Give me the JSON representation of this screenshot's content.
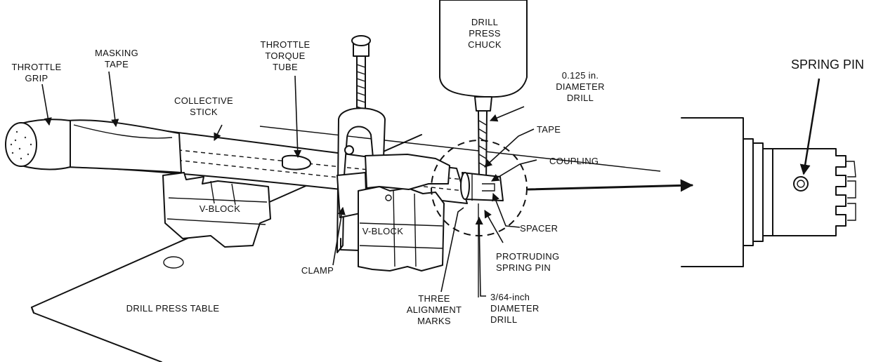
{
  "labels": {
    "throttle_grip": [
      "THROTTLE",
      "GRIP"
    ],
    "masking_tape": [
      "MASKING",
      "TAPE"
    ],
    "collective_stick": [
      "COLLECTIVE",
      "STICK"
    ],
    "throttle_torque_tube": [
      "THROTTLE",
      "TORQUE",
      "TUBE"
    ],
    "drill_press_chuck": [
      "DRILL",
      "PRESS",
      "CHUCK"
    ],
    "drill_0125": [
      "0.125 in.",
      "DIAMETER",
      "DRILL"
    ],
    "tape": "TAPE",
    "coupling": "COUPLING",
    "spacer": "SPACER",
    "protruding_spring_pin": [
      "PROTRUDING",
      "SPRING PIN"
    ],
    "drill_3_64": [
      "3/64-inch",
      "DIAMETER",
      "DRILL"
    ],
    "three_alignment_marks": [
      "THREE",
      "ALIGNMENT",
      "MARKS"
    ],
    "clamp": "CLAMP",
    "v_block_left": "V-BLOCK",
    "v_block_right": "V-BLOCK",
    "drill_press_table": "DRILL PRESS TABLE",
    "spring_pin": "SPRING PIN"
  }
}
